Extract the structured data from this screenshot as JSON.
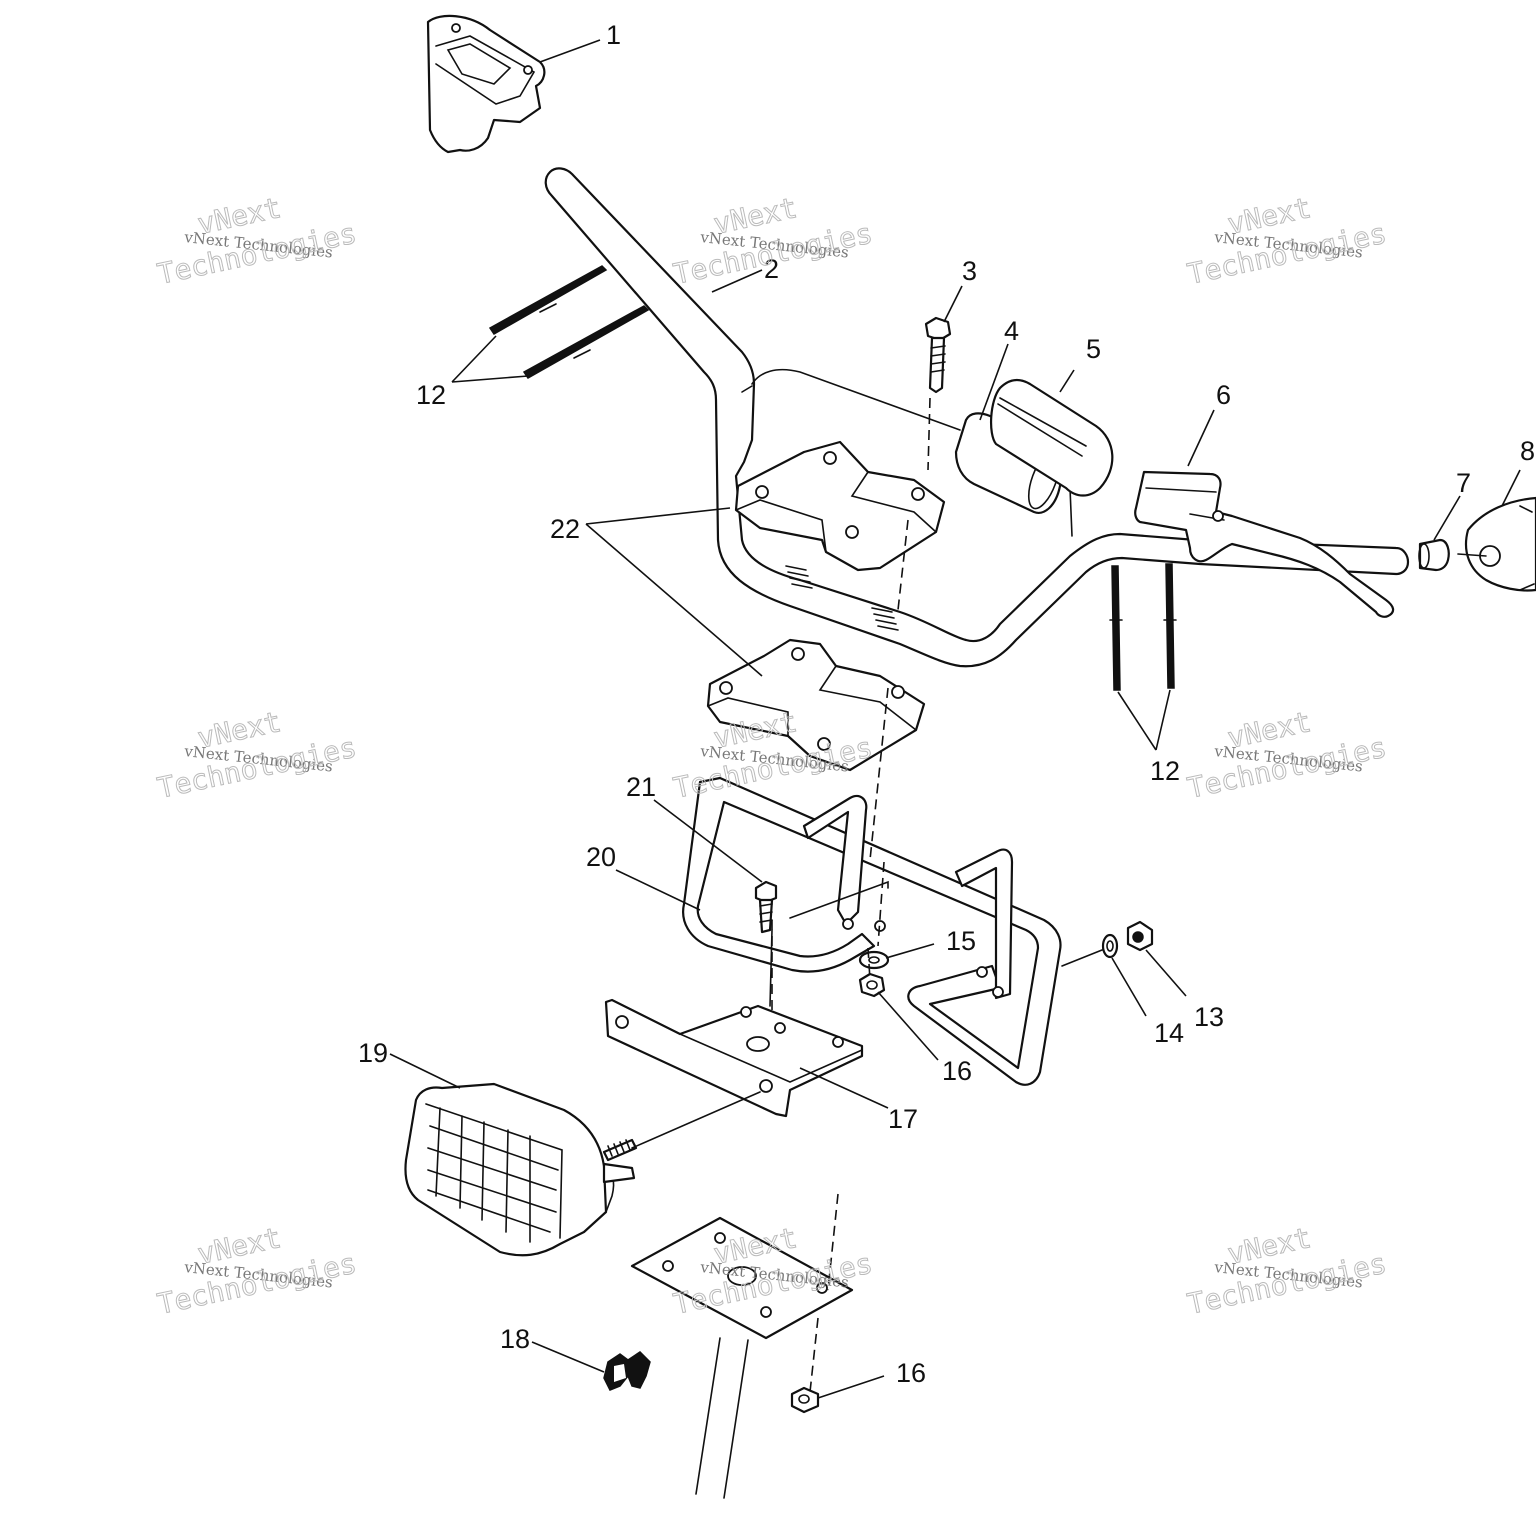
{
  "diagram": {
    "callouts": [
      "1",
      "2",
      "3",
      "4",
      "5",
      "6",
      "7",
      "8",
      "12",
      "12",
      "22",
      "21",
      "20",
      "15",
      "14",
      "13",
      "16",
      "19",
      "17",
      "18",
      "16"
    ],
    "watermark": {
      "line1": "vNext",
      "line2": "vNext Technologies",
      "line3": "Technologies"
    },
    "colors": {
      "line": "#111111",
      "background": "#ffffff",
      "watermark": "#bbbbbb"
    }
  }
}
